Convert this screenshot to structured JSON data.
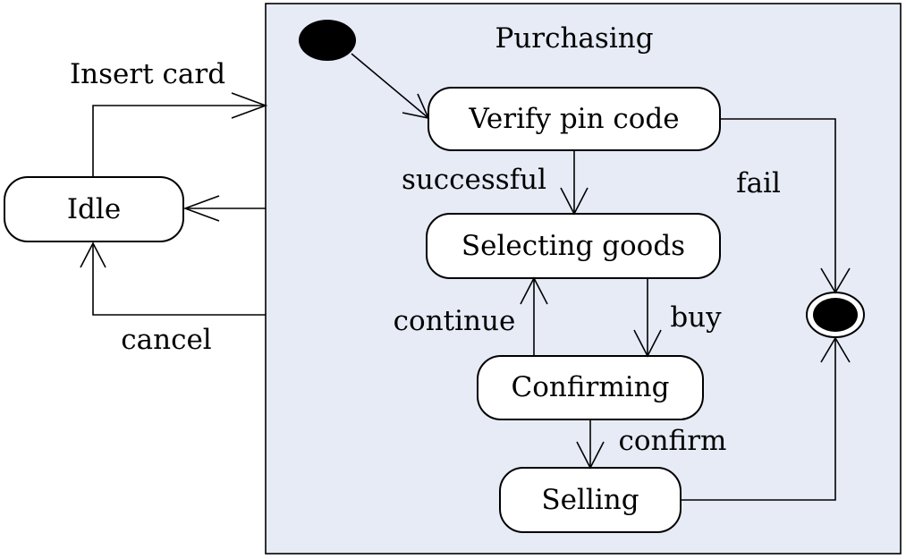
{
  "composite_state": {
    "title": "Purchasing",
    "fill": "#e6ebf6"
  },
  "states": {
    "idle": "Idle",
    "verify": "Verify pin code",
    "selecting": "Selecting goods",
    "confirming": "Confirming",
    "selling": "Selling"
  },
  "transitions": {
    "insert_card": "Insert card",
    "cancel": "cancel",
    "successful": "successful",
    "fail": "fail",
    "continue": "continue",
    "buy": "buy",
    "confirm": "confirm"
  }
}
